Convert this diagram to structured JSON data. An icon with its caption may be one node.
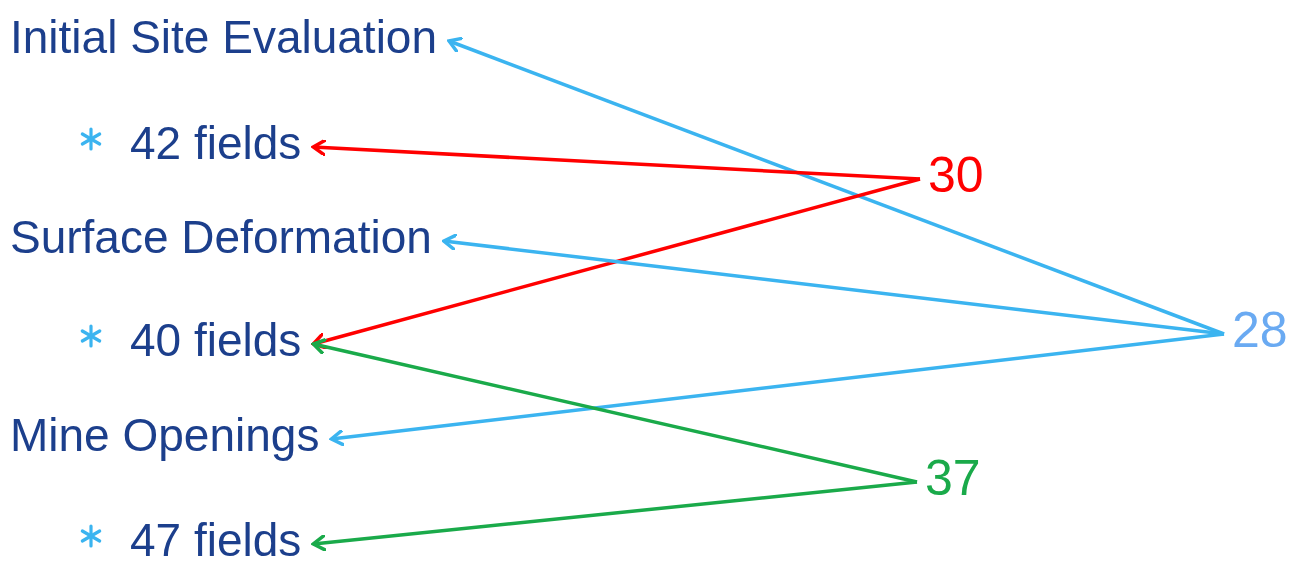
{
  "diagram": {
    "nodes": [
      {
        "text": [
          "Initial Site Evaluation"
        ]
      },
      {
        "text": [
          "42 fields"
        ]
      },
      {
        "text": [
          "Surface Deformation"
        ]
      },
      {
        "text": [
          "40 fields"
        ]
      },
      {
        "text": [
          "Mine Openings"
        ]
      },
      {
        "text": [
          "47 fields"
        ]
      },
      {
        "text": [
          "30"
        ]
      },
      {
        "text": [
          "28"
        ]
      },
      {
        "text": [
          "37"
        ]
      }
    ],
    "edges": [
      {
        "from": 7,
        "to": 0,
        "arrow": "to"
      },
      {
        "from": 6,
        "to": 1,
        "arrow": "to",
        "color": "#ff0000"
      },
      {
        "from": 6,
        "to": 3,
        "arrow": "to",
        "color": "#ff0000"
      },
      {
        "from": 7,
        "to": 2,
        "arrow": "to"
      },
      {
        "from": 7,
        "to": 4,
        "arrow": "to"
      },
      {
        "from": 8,
        "to": 3,
        "arrow": "to",
        "color": "#1aaa4a"
      },
      {
        "from": 8,
        "to": 5,
        "arrow": "to",
        "color": "#1aaa4a"
      }
    ]
  }
}
